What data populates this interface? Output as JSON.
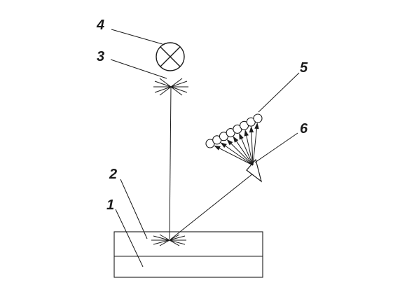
{
  "labels": {
    "substrate": "1",
    "film": "2",
    "incident_focus": "3",
    "light_source": "4",
    "detector_array": "5",
    "dispersive_element": "6"
  },
  "colors": {
    "stroke": "#1a1a1a",
    "detector_fill": "#ffffff",
    "background": "#ffffff"
  },
  "icons": {
    "light_source": "lamp-circle-cross-icon",
    "focus_points": "starburst-icon",
    "dispersive_element": "prism-triangle-icon",
    "detectors": "circle-detector-icon"
  },
  "detector_count": 8
}
